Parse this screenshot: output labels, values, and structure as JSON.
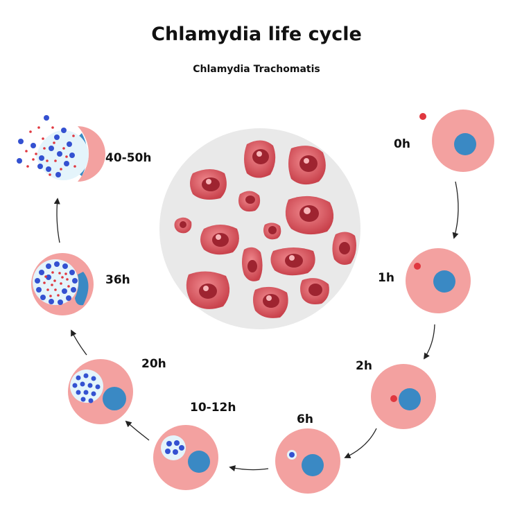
{
  "title": "Chlamydia life cycle",
  "subtitle": "Chlamydia Trachomatis",
  "stages": [
    {
      "label": "0h"
    },
    {
      "label": "1h"
    },
    {
      "label": "2h"
    },
    {
      "label": "6h"
    },
    {
      "label": "10-12h"
    },
    {
      "label": "20h"
    },
    {
      "label": "36h"
    },
    {
      "label": "40-50h"
    }
  ],
  "colors": {
    "cell": "#f3a1a0",
    "nucleus": "#3a89c4",
    "bacterium": "#e0373f",
    "reticulate_body": "#3451d1",
    "inclusion": "#e4f4fb",
    "arrow": "#222222",
    "micro_bg": "#e9e9e9",
    "micro_cell": "#d9545e"
  }
}
